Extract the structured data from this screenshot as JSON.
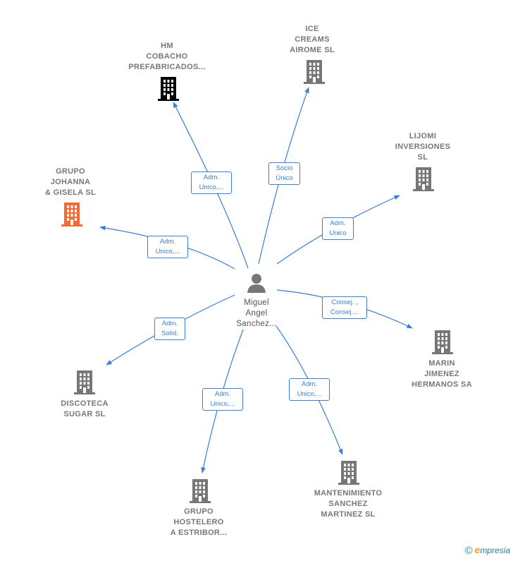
{
  "colors": {
    "edge": "#3a7fd5",
    "building": "#777777",
    "building_active": "#f26a35",
    "person": "#777777"
  },
  "center": {
    "name": "Miguel\nAngel\nSanchez...",
    "icon": "person-icon"
  },
  "nodes": [
    {
      "id": "hm",
      "name": "HM\nCOBACHO\nPREFABRICADOS...",
      "icon": "building-icon"
    },
    {
      "id": "ice",
      "name": "ICE\nCREAMS\nAIROME  SL",
      "icon": "building-icon"
    },
    {
      "id": "lijomi",
      "name": "LIJOMI\nINVERSIONES\nSL",
      "icon": "building-icon"
    },
    {
      "id": "grupo-johanna",
      "name": "GRUPO\nJOHANNA\n& GISELA  SL",
      "icon": "building-icon",
      "highlight": true
    },
    {
      "id": "marin",
      "name": "MARIN\nJIMENEZ\nHERMANOS SA",
      "icon": "building-icon"
    },
    {
      "id": "discoteca",
      "name": "DISCOTECA\nSUGAR  SL",
      "icon": "building-icon"
    },
    {
      "id": "mantenimiento",
      "name": "MANTENIMIENTO\nSANCHEZ\nMARTINEZ  SL",
      "icon": "building-icon"
    },
    {
      "id": "hostelero",
      "name": "GRUPO\nHOSTELERO\nA ESTRIBOR...",
      "icon": "building-icon"
    }
  ],
  "edges": [
    {
      "to": "hm",
      "label": "Adm.\nUnico,..."
    },
    {
      "to": "ice",
      "label": "Socio\nÚnico"
    },
    {
      "to": "lijomi",
      "label": "Adm.\nUnico"
    },
    {
      "to": "grupo-johanna",
      "label": "Adm.\nUnico,..."
    },
    {
      "to": "marin",
      "label": "Consej. ,\nConsej...."
    },
    {
      "to": "discoteca",
      "label": "Adm.\nSolid."
    },
    {
      "to": "mantenimiento",
      "label": "Adm.\nUnico,..."
    },
    {
      "to": "hostelero",
      "label": "Adm.\nUnico,..."
    }
  ],
  "brand": {
    "copyright": "©",
    "name_first": "e",
    "name_rest": "mpresia"
  }
}
